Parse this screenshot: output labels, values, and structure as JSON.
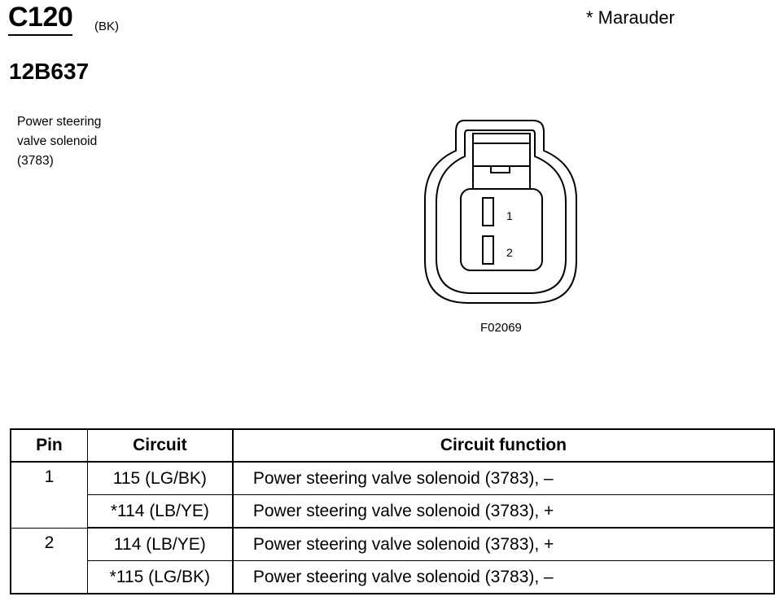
{
  "connector": {
    "id": "C120",
    "color_code": "(BK)",
    "variant_note": "* Marauder",
    "part_number": "12B637",
    "component_lines": [
      "Power steering",
      "valve solenoid",
      "(3783)"
    ],
    "figure_code": "F02069",
    "pin_labels": [
      "1",
      "2"
    ]
  },
  "table": {
    "headers": [
      "Pin",
      "Circuit",
      "Circuit function"
    ],
    "rows": [
      {
        "pin": "1",
        "circuit": "115 (LG/BK)",
        "function": "Power steering valve solenoid (3783), –"
      },
      {
        "pin": "",
        "circuit": "*114 (LB/YE)",
        "function": "Power steering valve solenoid (3783), +"
      },
      {
        "pin": "2",
        "circuit": "114 (LB/YE)",
        "function": "Power steering valve solenoid (3783), +"
      },
      {
        "pin": "",
        "circuit": "*115 (LG/BK)",
        "function": "Power steering valve solenoid (3783), –"
      }
    ]
  }
}
